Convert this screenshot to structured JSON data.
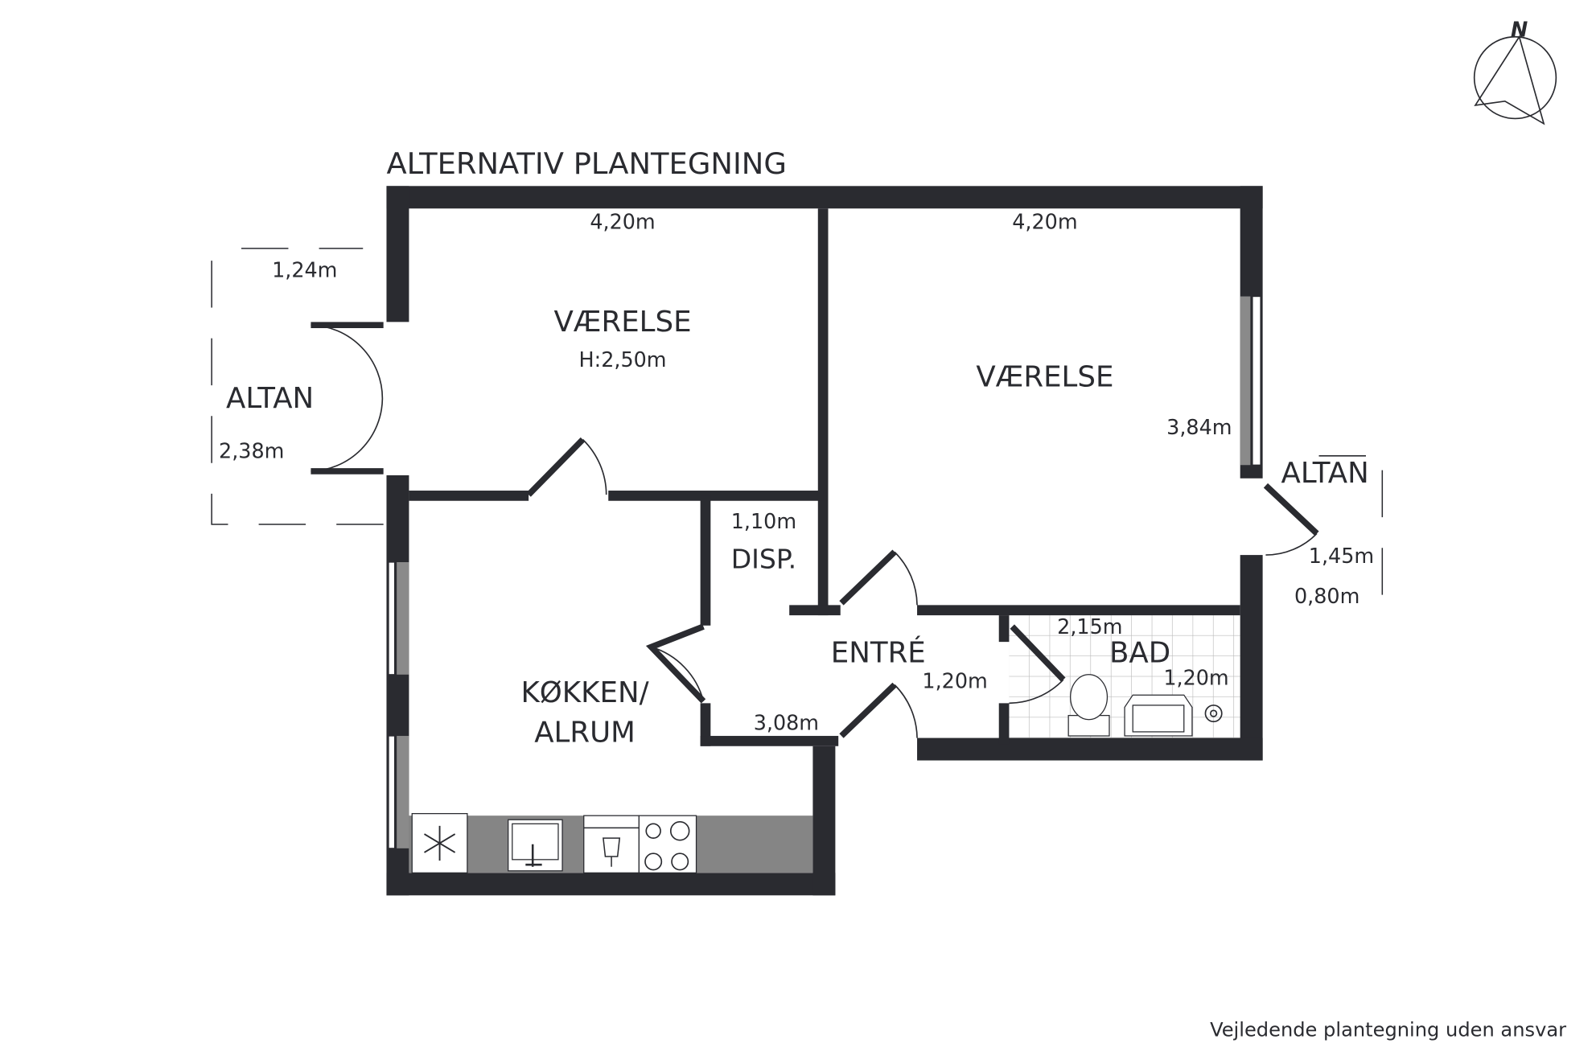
{
  "title": "ALTERNATIV PLANTEGNING",
  "north_label": "N",
  "footer": "Vejledende plantegning uden ansvar",
  "colors": {
    "wall": "#2a2b30",
    "counter": "#858585",
    "window": "#8a8a8a"
  },
  "rooms": {
    "room1": {
      "name": "VÆRELSE",
      "height": "H:2,50m",
      "width": "4,20m"
    },
    "room2": {
      "name": "VÆRELSE",
      "width": "4,20m",
      "depth": "3,84m"
    },
    "balcony_left": {
      "name": "ALTAN",
      "width": "1,24m",
      "depth": "2,38m"
    },
    "balcony_right": {
      "name": "ALTAN",
      "width": "1,45m",
      "depth": "0,80m"
    },
    "storage": {
      "name": "DISP.",
      "width": "1,10m"
    },
    "entry": {
      "name": "ENTRÉ",
      "width": "1,20m",
      "length": "3,08m"
    },
    "bath": {
      "name": "BAD",
      "width": "2,15m",
      "depth": "1,20m"
    },
    "kitchen": {
      "name_line1": "KØKKEN/",
      "name_line2": "ALRUM"
    }
  }
}
